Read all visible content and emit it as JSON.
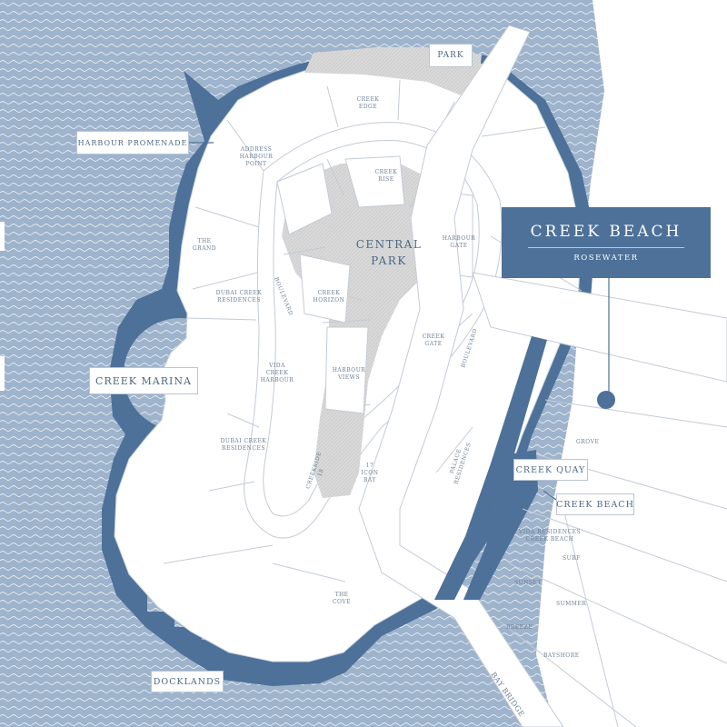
{
  "colors": {
    "water": "#9eb3cc",
    "wave": "#ffffff",
    "shore": "#4d7199",
    "land": "#ffffff",
    "park": "#d6d6d6",
    "line": "#b9c6d4",
    "accent": "#4d7199"
  },
  "header_card": {
    "title": "CREEK BEACH",
    "subtitle": "ROSEWATER"
  },
  "labels": {
    "park": "PARK",
    "harbour_promenade": "HARBOUR PROMENADE",
    "creek_marina": "CREEK MARINA",
    "creek_quay": "CREEK QUAY",
    "creek_beach": "CREEK BEACH",
    "docklands": "DOCKLANDS"
  },
  "map_text": {
    "central_park": [
      "CENTRAL",
      "PARK"
    ],
    "creek_edge": [
      "CREEK",
      "EDGE"
    ],
    "address_harbour_point": [
      "ADDRESS",
      "HARBOUR",
      "POINT"
    ],
    "creek_rise": [
      "CREEK",
      "RISE"
    ],
    "harbour_gate": [
      "HARBOUR",
      "GATE"
    ],
    "the_grand": [
      "THE",
      "GRAND"
    ],
    "dubai_creek_residences_n": [
      "DUBAI CREEK",
      "RESIDENCES"
    ],
    "boulevard_w": "BOULEVARD",
    "creek_horizon": [
      "CREEK",
      "HORIZON"
    ],
    "creek_gate": [
      "CREEK",
      "GATE"
    ],
    "boulevard_e": "BOULEVARD",
    "vida_creek_harbour": [
      "VIDA",
      "CREEK",
      "HARBOUR"
    ],
    "harbour_views": [
      "HARBOUR",
      "VIEWS"
    ],
    "dubai_creek_residences_s": [
      "DUBAI CREEK",
      "RESIDENCES"
    ],
    "creekside_18": [
      "CREEKSIDE",
      "18"
    ],
    "seventeen_icon_bay": [
      "17",
      "ICON",
      "BAY"
    ],
    "palace_residences": [
      "PALACE",
      "RESIDENCES"
    ],
    "grove": "GROVE",
    "vida_residences_creek_beach": [
      "VIDA RESIDENCES",
      "CREEK BEACH"
    ],
    "surf": "SURF",
    "sunset": "SUNSET",
    "summer": "SUMMER",
    "breeze": "BREEZE",
    "bayshore": "BAYSHORE",
    "the_cove": [
      "THE",
      "COVE"
    ],
    "bay_bridge": "BAY BRIDGE"
  }
}
